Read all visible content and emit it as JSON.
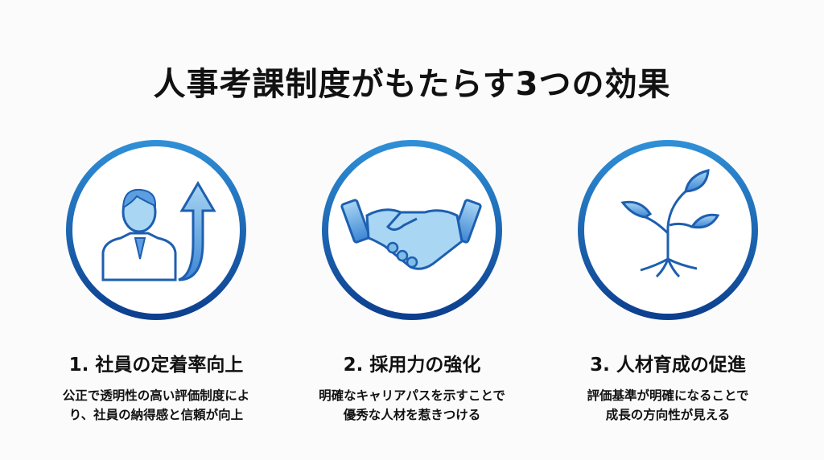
{
  "title": "人事考課制度がもたらす3つの効果",
  "colors": {
    "ring_light": "#2f8fd6",
    "ring_dark": "#0d3f8f",
    "icon_fill": "#7fbde8",
    "icon_stroke": "#1d5fb0"
  },
  "items": [
    {
      "icon": "businessman-arrow-up-icon",
      "heading": "1. 社員の定着率向上",
      "description": "公正で透明性の高い評価制度によ\nり、社員の納得感と信頼が向上"
    },
    {
      "icon": "handshake-icon",
      "heading": "2. 採用力の強化",
      "description": "明確なキャリアパスを示すことで\n優秀な人材を惹きつける"
    },
    {
      "icon": "sprout-icon",
      "heading": "3. 人材育成の促進",
      "description": "評価基準が明確になることで\n成長の方向性が見える"
    }
  ]
}
